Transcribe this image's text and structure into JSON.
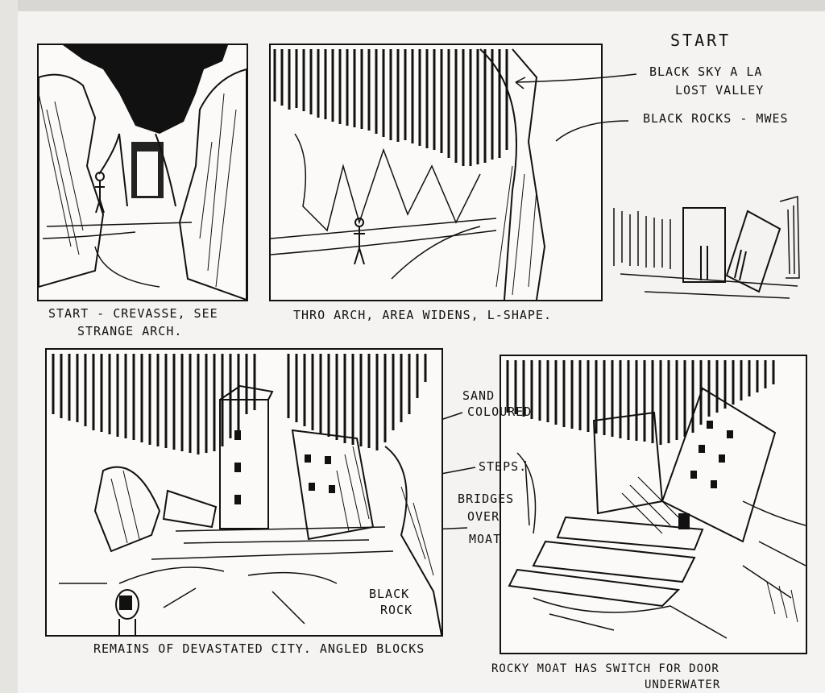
{
  "annotations": {
    "start_title": "START",
    "black_sky": "BLACK SKY a la",
    "lost_valley": "LOST Valley",
    "black_rocks": "BLACK ROCKS - mwes",
    "caption_1a": "START - CREVASSE, SEE",
    "caption_1b": "STRANGE ARCH.",
    "caption_2": "Thro Arch, area widens, L-Shape.",
    "sand_coloured_1": "SAND",
    "sand_coloured_2": "COLOURED",
    "steps": "STEPS.",
    "bridges_1": "BRIDGES",
    "bridges_2": "OVER",
    "moat": "MOAT",
    "black_rock_1": "BLACK",
    "black_rock_2": "ROCK",
    "caption_3": "Remains of Devastated city. Angled blocks",
    "caption_4a": "ROCKY MOAT HAS SWITCH for DOOR",
    "caption_4b": "Underwater"
  },
  "colors": {
    "ink": "#111111",
    "paper": "#fbfaf8",
    "page": "#f4f3f1"
  }
}
